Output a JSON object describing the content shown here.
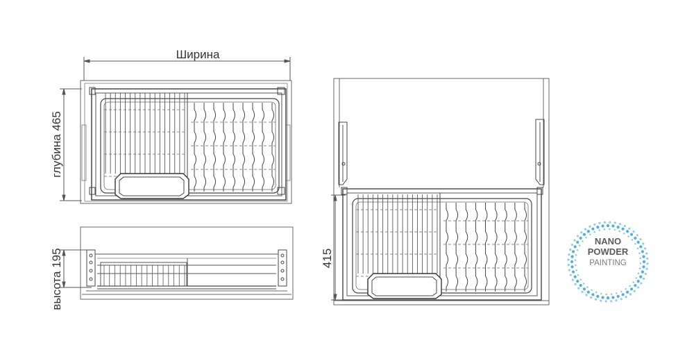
{
  "labels": {
    "width": "Ширина",
    "depth": "глубина 465",
    "height": "высота 195",
    "extension": "415"
  },
  "badge": {
    "line1": "NANO",
    "line2": "POWDER",
    "line3": "PAINTING",
    "dot_color": "#4aa8d8"
  },
  "colors": {
    "line": "#444444",
    "dim_line": "#555555",
    "cabinet": "#666666"
  }
}
